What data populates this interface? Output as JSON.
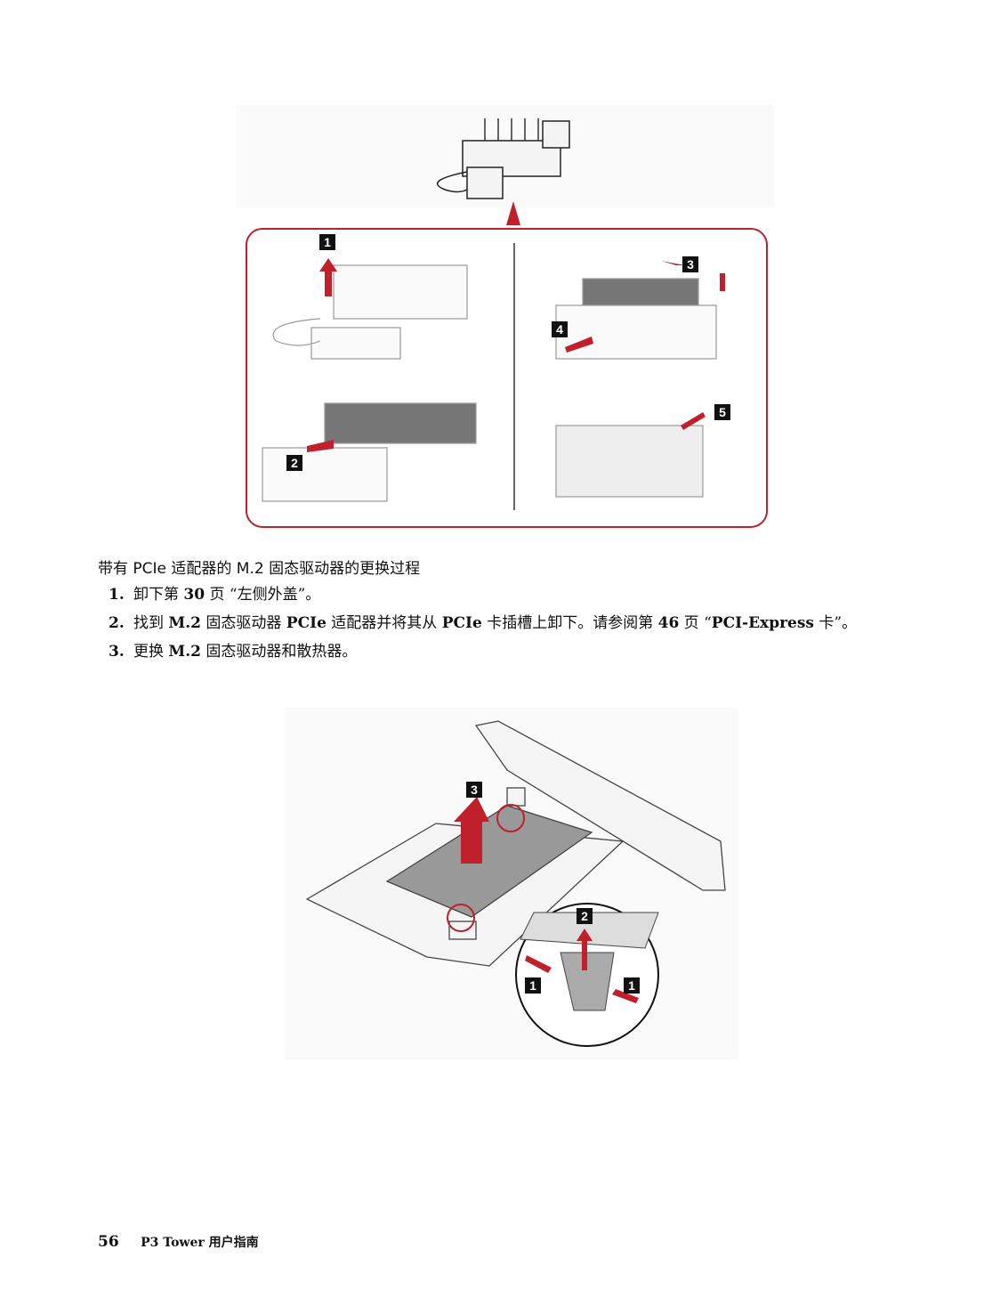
{
  "figure1": {
    "callouts": [
      "1",
      "2",
      "3",
      "4",
      "5"
    ]
  },
  "section": {
    "heading": "带有 PCIe 适配器的 M.2 固态驱动器的更换过程",
    "steps": [
      {
        "num": "1.",
        "parts": [
          "卸下第 ",
          "30",
          " 页 “左侧外盖”。"
        ]
      },
      {
        "num": "2.",
        "parts": [
          "找到 ",
          "M.2",
          " 固态驱动器 ",
          "PCIe",
          " 适配器并将其从 ",
          "PCIe",
          " 卡插槽上卸下。请参阅第 ",
          "46",
          " 页 “",
          "PCI-Express",
          " 卡”。"
        ]
      },
      {
        "num": "3.",
        "parts": [
          "更换 ",
          "M.2",
          " 固态驱动器和散热器。"
        ]
      }
    ]
  },
  "figure2": {
    "callouts": [
      "3",
      "2",
      "1",
      "1"
    ]
  },
  "footer": {
    "page_number": "56",
    "title": "P3 Tower 用户指南"
  }
}
